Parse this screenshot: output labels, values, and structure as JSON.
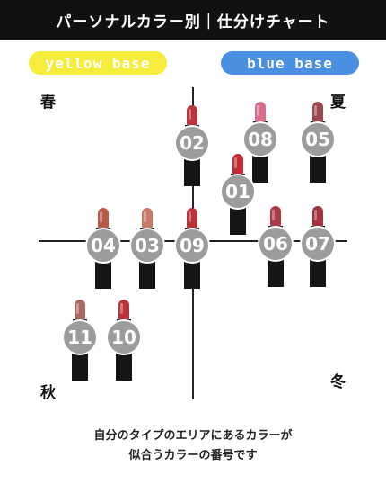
{
  "header": {
    "title": "パーソナルカラー別｜仕分けチャート"
  },
  "bases": {
    "yellow": "yellow base",
    "blue": "blue base"
  },
  "seasons": {
    "spring": "春",
    "summer": "夏",
    "autumn": "秋",
    "winter": "冬"
  },
  "lipsticks": [
    {
      "label": "02",
      "color": "#b8353d"
    },
    {
      "label": "08",
      "color": "#d6708a"
    },
    {
      "label": "05",
      "color": "#9a4a4c"
    },
    {
      "label": "01",
      "color": "#c42a33"
    },
    {
      "label": "04",
      "color": "#b85a4a"
    },
    {
      "label": "03",
      "color": "#c87a68"
    },
    {
      "label": "09",
      "color": "#b8323c"
    },
    {
      "label": "06",
      "color": "#ac3a45"
    },
    {
      "label": "07",
      "color": "#a23240"
    },
    {
      "label": "11",
      "color": "#a86a5e"
    },
    {
      "label": "10",
      "color": "#b8353d"
    }
  ],
  "footer": {
    "line1": "自分のタイプのエリアにあるカラーが",
    "line2": "似合うカラーの番号です"
  },
  "colors": {
    "yellow_base": "#f6ec3b",
    "blue_base": "#4a8fe0",
    "badge": "#9c9c9c",
    "header_bg": "#111111"
  }
}
